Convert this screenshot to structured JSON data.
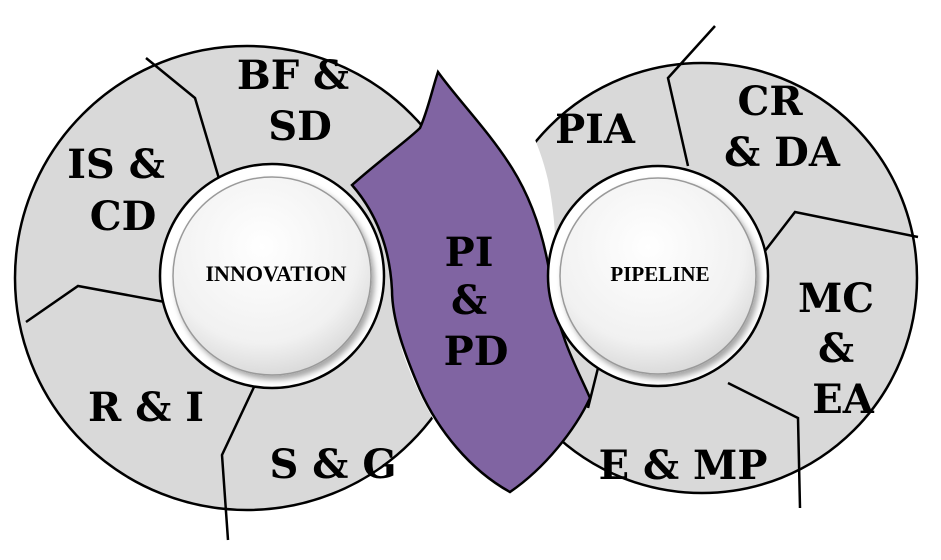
{
  "colors": {
    "segment_fill": "#d9d9d9",
    "segment_stroke": "#000000",
    "accent_purple": "#8064a2",
    "hub_fill": "#f4f4f4"
  },
  "left_ring": {
    "hub": "INNOVATION",
    "segments": {
      "bf_sd": [
        "BF &",
        "SD"
      ],
      "is_cd": [
        "IS &",
        "CD"
      ],
      "r_i": [
        "R & I"
      ],
      "s_g": [
        "S & G"
      ]
    }
  },
  "right_ring": {
    "hub": "PIPELINE",
    "segments": {
      "pia": [
        "PIA"
      ],
      "cr_da": [
        "CR",
        "& DA"
      ],
      "mc_ea": [
        "MC",
        "&",
        "EA"
      ],
      "e_mp": [
        "E & MP"
      ]
    }
  },
  "center": {
    "pi_pd": [
      "PI",
      "&",
      "PD"
    ]
  }
}
